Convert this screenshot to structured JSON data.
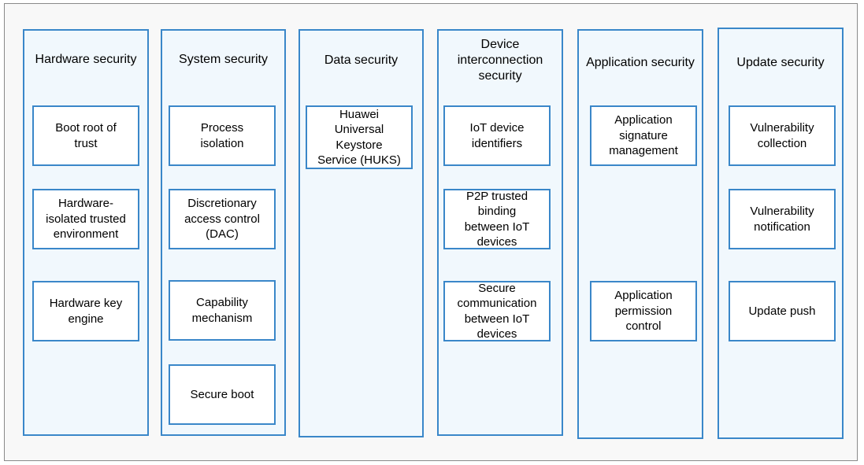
{
  "colors": {
    "border": "#3a87c9",
    "column_fill": "#f1f8fd",
    "box_fill": "#ffffff",
    "frame_border": "#8a8a8a",
    "frame_fill": "#f8f8f8"
  },
  "columns": [
    {
      "title": "Hardware security",
      "items": [
        "Boot root of\ntrust",
        "Hardware-\nisolated trusted\nenvironment",
        "Hardware key\nengine"
      ]
    },
    {
      "title": "System security",
      "items": [
        "Process\nisolation",
        "Discretionary\naccess control\n(DAC)",
        "Capability\nmechanism",
        "Secure boot"
      ]
    },
    {
      "title": "Data security",
      "items": [
        "Huawei\nUniversal\nKeystore\nService (HUKS)"
      ]
    },
    {
      "title": "Device\ninterconnection\nsecurity",
      "items": [
        "IoT device\nidentifiers",
        "P2P trusted\nbinding\nbetween IoT\ndevices",
        "Secure\ncommunication\nbetween IoT\ndevices"
      ]
    },
    {
      "title": "Application security",
      "items": [
        "Application\nsignature\nmanagement",
        "Application\npermission\ncontrol"
      ]
    },
    {
      "title": "Update security",
      "items": [
        "Vulnerability\ncollection",
        "Vulnerability\nnotification",
        "Update push"
      ]
    }
  ]
}
